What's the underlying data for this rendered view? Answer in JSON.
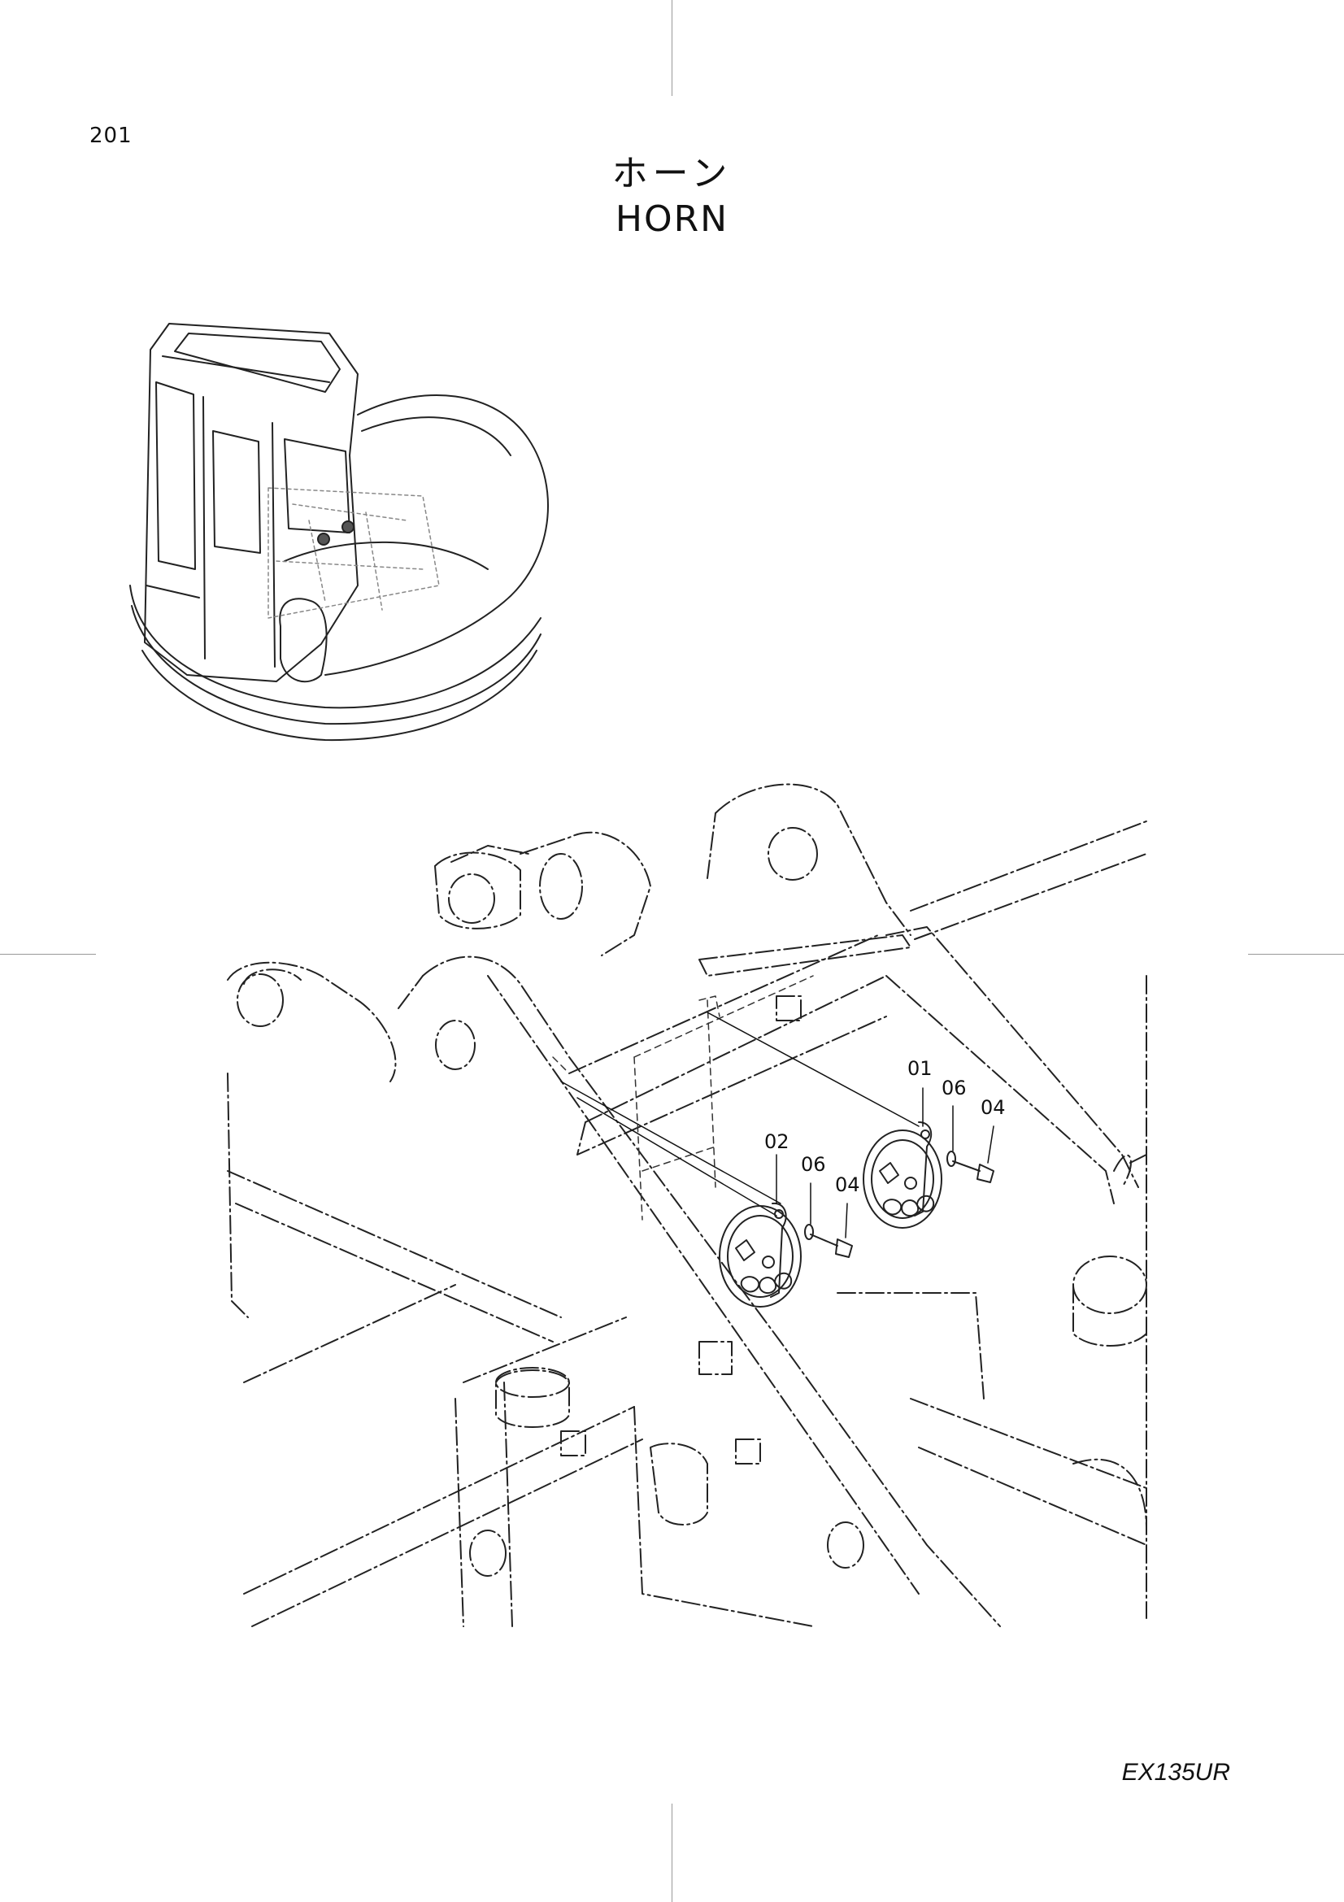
{
  "page": {
    "number": "201",
    "title_jp": "ホーン",
    "title_en": "HORN",
    "model": "EX135UR"
  },
  "callouts": [
    {
      "id": "01",
      "label": "01"
    },
    {
      "id": "06a",
      "label": "06"
    },
    {
      "id": "04a",
      "label": "04"
    },
    {
      "id": "02",
      "label": "02"
    },
    {
      "id": "06b",
      "label": "06"
    },
    {
      "id": "04b",
      "label": "04"
    }
  ]
}
